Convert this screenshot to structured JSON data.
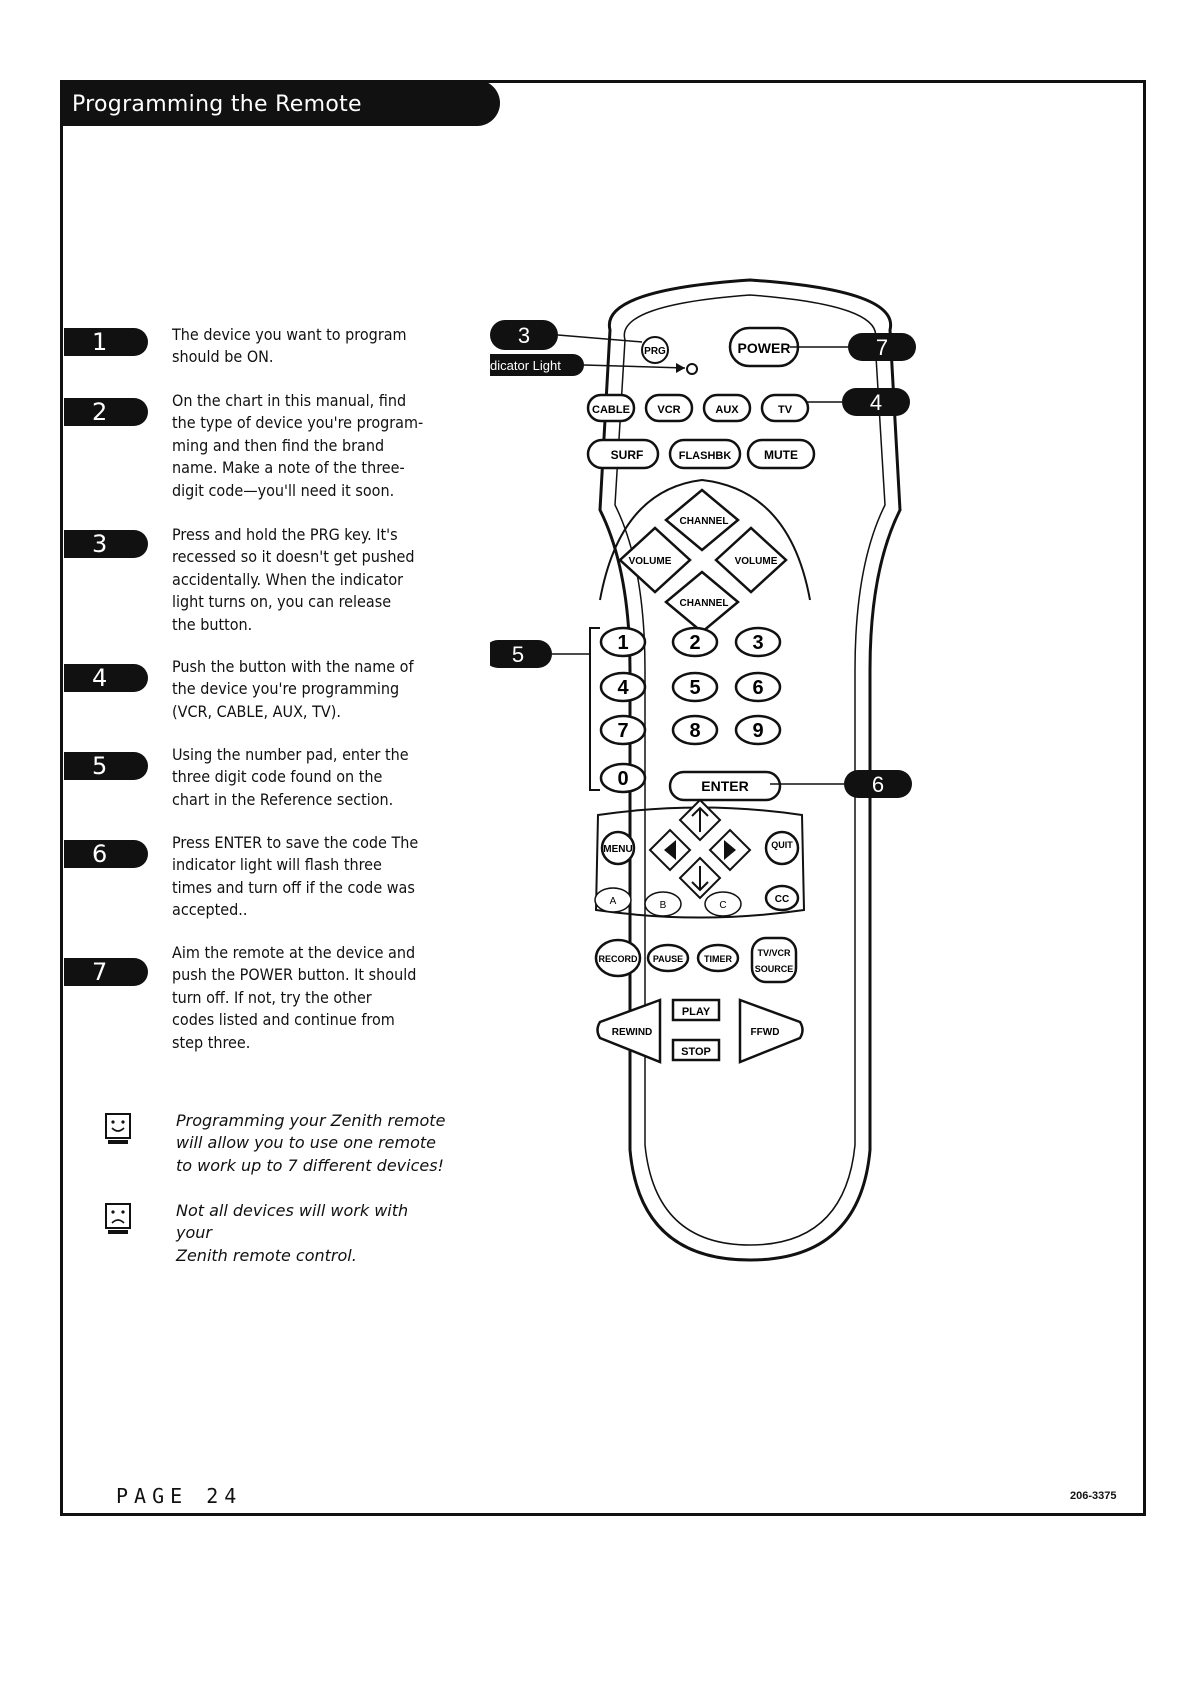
{
  "header": {
    "title": "Programming the Remote"
  },
  "steps": [
    {
      "number": "1",
      "text": "The device you want to program\nshould be ON."
    },
    {
      "number": "2",
      "text": "On the chart in this manual, find\nthe type of device you're program-\nming and then find the brand\nname. Make a note of the three-\ndigit code—you'll need it soon."
    },
    {
      "number": "3",
      "text": "Press and hold the PRG key. It's\nrecessed so it doesn't get pushed\naccidentally. When the indicator\nlight turns on, you can release\nthe button."
    },
    {
      "number": "4",
      "text": "Push the button with the name of\nthe device you're programming\n(VCR, CABLE, AUX, TV)."
    },
    {
      "number": "5",
      "text": "Using the number pad, enter the\nthree digit code found on the\nchart in the Reference section."
    },
    {
      "number": "6",
      "text": "Press ENTER to save the code The\nindicator light will flash three\ntimes and turn off if the code was\naccepted.."
    },
    {
      "number": "7",
      "text": "Aim the remote at the device and\npush the POWER button. It should\nturn off. If not, try the other\ncodes listed and continue from\nstep three."
    }
  ],
  "tips": [
    {
      "icon": "happy-face-icon",
      "text": "Programming your Zenith remote\nwill allow you to use one remote\nto work up to 7 different devices!"
    },
    {
      "icon": "sad-face-icon",
      "text": "Not all devices will work with your\nZenith remote control."
    }
  ],
  "remote": {
    "callouts": [
      "3",
      "7",
      "4",
      "5",
      "6"
    ],
    "indicator_label": "Indicator Light",
    "buttons": {
      "prg": "PRG",
      "power": "POWER",
      "cable": "CABLE",
      "vcr": "VCR",
      "aux": "AUX",
      "tv": "TV",
      "surf": "SURF",
      "flashbk": "FLASHBK",
      "mute": "MUTE",
      "channel_up": "CHANNEL",
      "channel_down": "CHANNEL",
      "volume_left": "VOLUME",
      "volume_right": "VOLUME",
      "digits": [
        "1",
        "2",
        "3",
        "4",
        "5",
        "6",
        "7",
        "8",
        "9",
        "0"
      ],
      "enter": "ENTER",
      "menu": "MENU",
      "quit": "QUIT",
      "a": "A",
      "b": "B",
      "c": "C",
      "cc": "CC",
      "record": "RECORD",
      "pause": "PAUSE",
      "timer": "TIMER",
      "tvvcr_1": "TV/VCR",
      "tvvcr_2": "SOURCE",
      "play": "PLAY",
      "stop": "STOP",
      "rewind": "REWIND",
      "ffwd": "FFWD"
    }
  },
  "footer": {
    "page": "PAGE 24",
    "code": "206-3375"
  }
}
